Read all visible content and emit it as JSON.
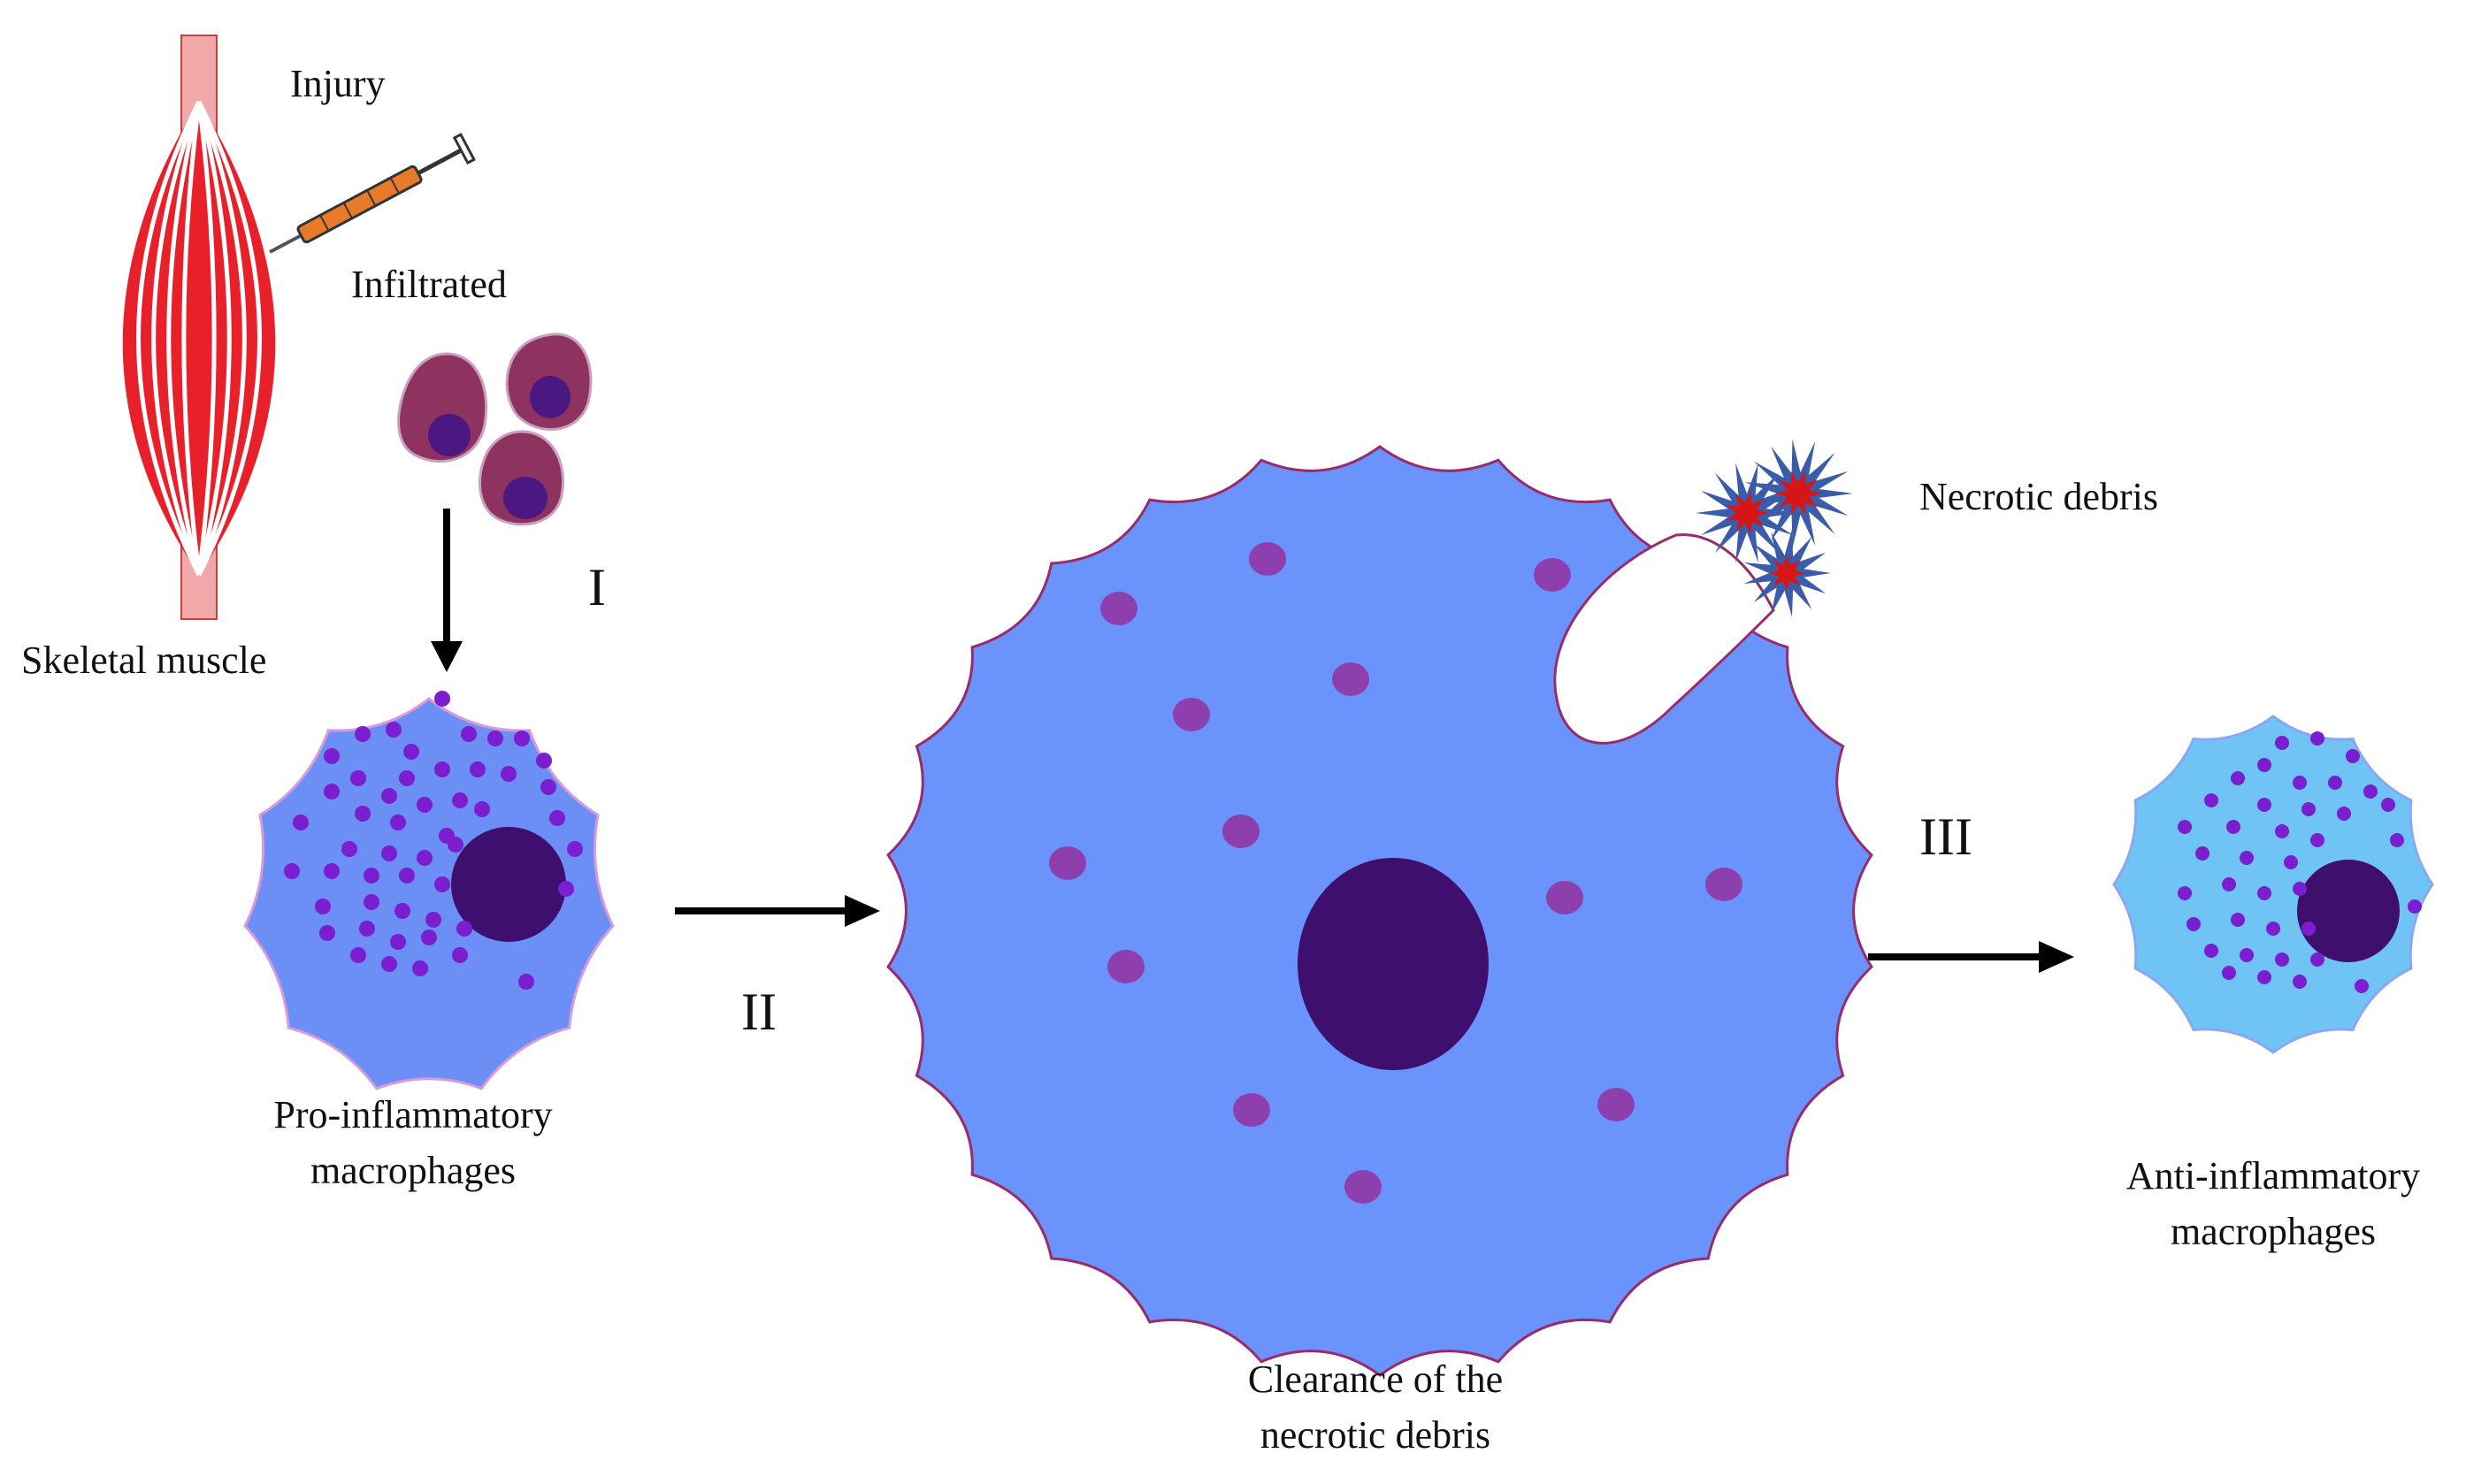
{
  "labels": {
    "injury": "Injury",
    "infiltrated": "Infiltrated",
    "skeletal_muscle": "Skeletal muscle",
    "step_1": "I",
    "pro_inflammatory_line1": "Pro-inflammatory",
    "pro_inflammatory_line2": "macrophages",
    "step_2": "II",
    "necrotic_debris": "Necrotic debris",
    "clearance_line1": "Clearance of the",
    "clearance_line2": "necrotic debris",
    "step_3": "III",
    "anti_inflammatory_line1": "Anti-inflammatory",
    "anti_inflammatory_line2": "macrophages"
  },
  "colors": {
    "muscle_fill": "#f0a8a8",
    "muscle_fiber": "#e8202a",
    "pro_cell": "#6b8ff5",
    "pro_cell_outline": "#d89ad8",
    "nucleus": "#3e0f6e",
    "granule": "#7a1ed0",
    "big_cell": "#6a93fb",
    "big_cell_outline": "#9a2a6a",
    "big_granule": "#8e3fae",
    "anti_cell": "#70c4f5",
    "infiltrated_cell": "#8e3360",
    "infiltrated_nucleus": "#4a1880",
    "debris_outer": "#3b5ca8",
    "debris_inner": "#d81515",
    "arrow": "#000000",
    "syringe_barrel": "#e87a2a"
  }
}
